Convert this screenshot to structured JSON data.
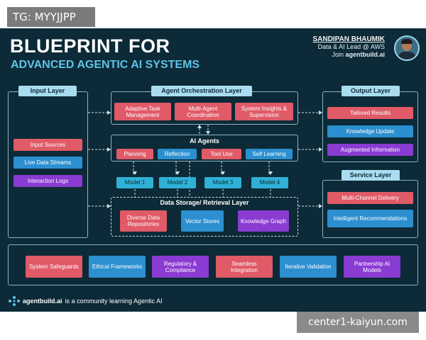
{
  "watermark_top": "TG: MYYJJPP",
  "watermark_bottom": "center1-kaiyun.com",
  "title_line1": "BLUEPRINT FOR",
  "title_line2": "ADVANCED AGENTIC AI SYSTEMS",
  "author": {
    "name": "SANDIPAN BHAUMIK",
    "role": "Data & AI Lead @ AWS",
    "join_prefix": "Join ",
    "join_site": "agentbuild.ai"
  },
  "input_layer": {
    "title": "Input Layer",
    "items": [
      "Input Sources",
      "Live Data Streams",
      "Interaction Logs"
    ]
  },
  "orchestration": {
    "title": "Agent Orchestration Layer",
    "items": [
      "Adaptive Task Management",
      "Multi-Agent Coordination",
      "System Insights & Supervision"
    ]
  },
  "output_layer": {
    "title": "Output Layer",
    "items": [
      "Tailored Results",
      "Knowledge Update",
      "Augmented Information"
    ]
  },
  "ai_agents": {
    "title": "AI Agents",
    "items": [
      "Planning",
      "Reflection",
      "Tool Use",
      "Self Learning"
    ]
  },
  "models": [
    "Model 1",
    "Model 2",
    "Model 3",
    "Model 4"
  ],
  "service_layer": {
    "title": "Service Layer",
    "items": [
      "Multi-Channel Delivery",
      "Intelligent Recommendations"
    ]
  },
  "storage": {
    "title": "Data Storage/ Retrieval Layer",
    "items": [
      "Diverse Data Repositories",
      "Vector Stores",
      "Knowledge Graph"
    ]
  },
  "principles": [
    "System Safeguards",
    "Ethical Frameworks",
    "Regulatory & Compliance",
    "Seamless Integration",
    "Iterative Validation",
    "Partnership AI Models"
  ],
  "footer": {
    "site": "agentbuild.ai",
    "text": "is a community learning Agentic AI"
  },
  "colors": {
    "background": "#0c2a37",
    "header": "#a9dcef",
    "red": "#e05a67",
    "blue": "#2c8fd0",
    "purple": "#8a3bd2",
    "teal": "#2fb0d4"
  }
}
